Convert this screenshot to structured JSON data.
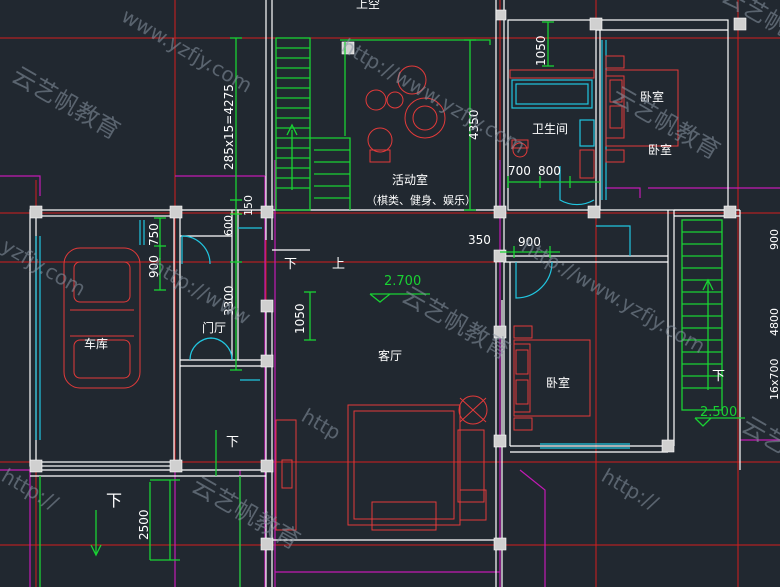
{
  "rooms": {
    "void_above": "上空",
    "activity_room": "活动室",
    "activity_room_note": "（棋类、健身、娱乐）",
    "bathroom": "卫生间",
    "bedroom_top": "卧室",
    "bedroom_top_sub": "卧室",
    "garage": "车库",
    "foyer": "门厅",
    "living_room": "客厅",
    "bedroom_middle": "卧室"
  },
  "stair_labels": {
    "down_left": "下",
    "up_left": "上",
    "down_garage": "下",
    "down_entry": "下",
    "down_right": "下"
  },
  "elevations": {
    "main": "2.700",
    "right_stair": "2.500"
  },
  "dimensions": {
    "d1050_bath": "1050",
    "d4350": "4350",
    "d700": "700",
    "d800": "800",
    "d285": "285x15=4275",
    "d150": "150",
    "d600": "600",
    "d750": "750",
    "d900_left": "900",
    "d3300": "3300",
    "d1050_living": "1050",
    "d350": "350",
    "d900_mid": "900",
    "d2500": "2500",
    "right_900": "900",
    "right_4800": "4800",
    "right_1670": "16x700"
  },
  "watermarks": {
    "url1": "www.yzfjy.com",
    "url2": "http://www.yzfjy.com",
    "url3": "yzfjy.com",
    "url4": "http://www",
    "url5": "http://",
    "url6": "http://",
    "url7": "http://www.yzfjy.com",
    "url8": "http",
    "brand1": "云艺帆教育",
    "brand2": "云艺帆教育",
    "brand3": "云艺帆教育",
    "brand4": "云艺帆教育",
    "brand5": "云艺帆教育",
    "brand6": "云艺帆教育"
  },
  "colors": {
    "background": "#212830",
    "wall": "#ffffff",
    "axis": "#d21e1e",
    "dimension": "#19d233",
    "furniture": "#e23a3a",
    "window": "#21c6e0",
    "boundary": "#c21ab4"
  }
}
